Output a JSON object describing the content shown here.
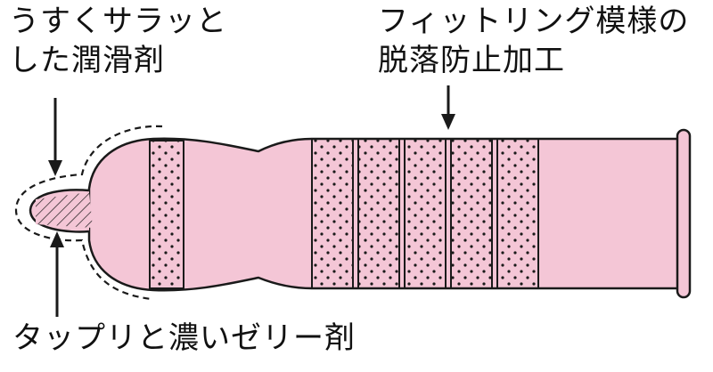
{
  "labels": {
    "lube_line1": "うすくサラッと",
    "lube_line2": "した潤滑剤",
    "fit_line1": "フィットリング模様の",
    "fit_line2": "脱落防止加工",
    "jelly": "タップリと濃いゼリー剤"
  },
  "colors": {
    "body_fill": "#f4c6d6",
    "outline": "#1a1a1a",
    "dots": "#1a1a1a",
    "background": "#ffffff"
  },
  "bands": {
    "single_band_count": 1,
    "grouped_band_count": 5
  }
}
